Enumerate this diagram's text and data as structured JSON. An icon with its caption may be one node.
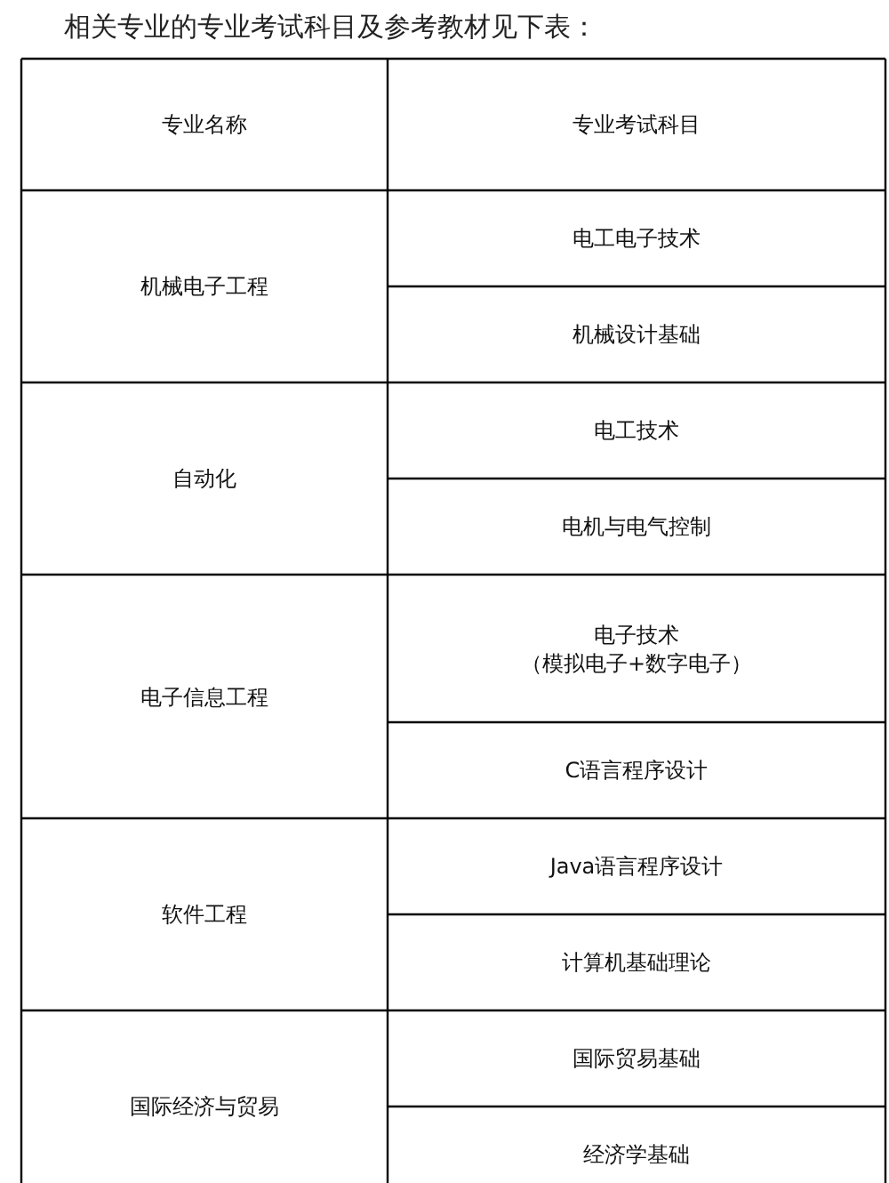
{
  "diagram": {
    "title": "相关专业的专业考试科目及参考教材见下表：",
    "labels": [
      "专业名称",
      "专业考试科目",
      "机械电子工程",
      "电工电子技术",
      "机械设计基础",
      "自动化",
      "电工技术",
      "电机与电气控制",
      "电子信息工程",
      "电子技术",
      "（模拟电子+数字电子）",
      "C语言程序设计",
      "软件工程",
      "Java语言程序设计",
      "计算机基础理论",
      "国际经济与贸易",
      "国际贸易基础",
      "经济学基础"
    ]
  }
}
